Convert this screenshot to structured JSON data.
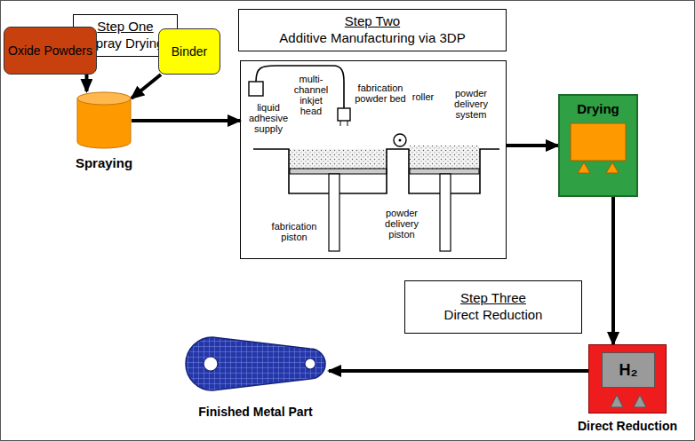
{
  "diagram": {
    "nodes": [
      {
        "text": [
          "Step One",
          "Spray Drying"
        ]
      },
      {
        "text": [
          "Oxide Powders"
        ]
      },
      {
        "text": [
          "Binder"
        ]
      },
      {
        "text": [
          "Spraying"
        ]
      },
      {
        "text": [
          "Step Two",
          "Additive Manufacturing via 3DP"
        ]
      },
      {
        "text": [
          "liquid adhesive supply",
          "multi-channel inkjet head",
          "fabrication powder bed",
          "roller",
          "powder delivery system",
          "fabrication piston",
          "powder delivery piston"
        ]
      },
      {
        "text": [
          "Drying"
        ]
      },
      {
        "text": [
          "Step Three",
          "Direct Reduction"
        ]
      },
      {
        "text": [
          "Direct Reduction"
        ]
      },
      {
        "text": [
          "H₂"
        ],
        "in": 8
      },
      {
        "text": [
          "Finished Metal Part"
        ]
      }
    ],
    "edges": [
      {
        "from": 1,
        "to": 3,
        "arrow": "to"
      },
      {
        "from": 2,
        "to": 3,
        "arrow": "to"
      },
      {
        "from": 3,
        "to": 5,
        "arrow": "to"
      },
      {
        "from": 5,
        "to": 6,
        "arrow": "to"
      },
      {
        "from": 6,
        "to": 8,
        "arrow": "to"
      },
      {
        "from": 8,
        "to": 10,
        "arrow": "to"
      }
    ]
  }
}
